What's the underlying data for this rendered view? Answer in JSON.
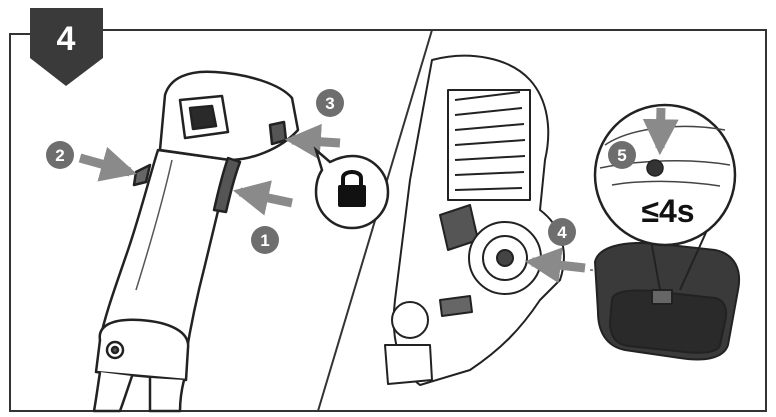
{
  "step_badge": {
    "label": "4"
  },
  "callouts": [
    {
      "label": "1"
    },
    {
      "label": "2"
    },
    {
      "label": "3"
    },
    {
      "label": "4"
    },
    {
      "label": "5"
    }
  ],
  "detail": {
    "time_label": "≤4s"
  },
  "icons": [
    "lock-icon",
    "arrow-icon",
    "trigger-handle",
    "engine-unit",
    "battery-pack"
  ]
}
